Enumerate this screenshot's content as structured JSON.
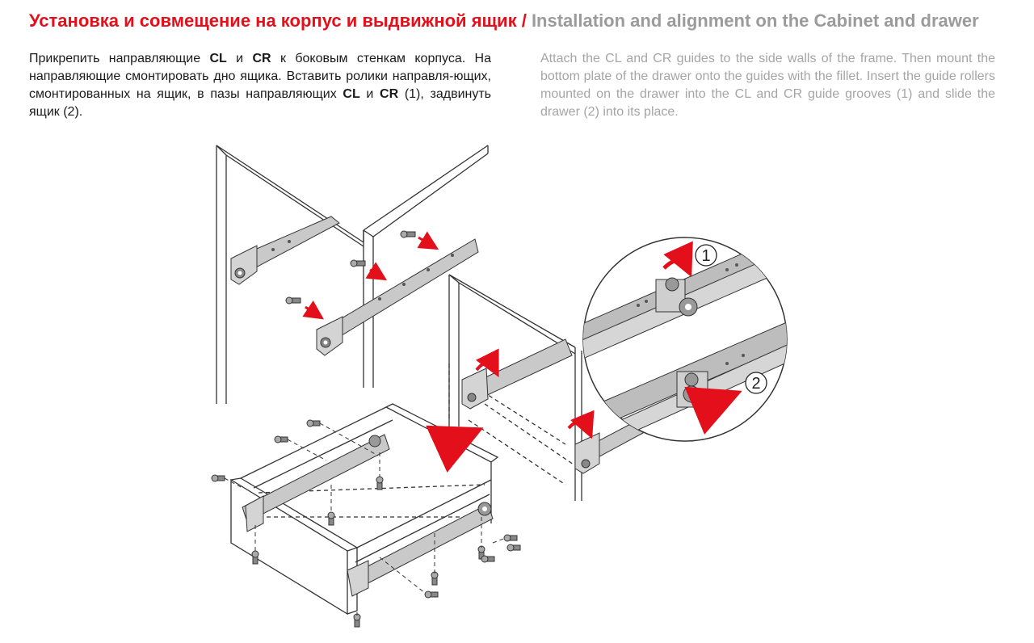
{
  "heading": {
    "ru": "Установка и совмещение на корпус и выдвижной ящик",
    "separator": " / ",
    "en": "Installation and alignment on the Cabinet and drawer"
  },
  "paragraph_ru": {
    "p1": "Прикрепить направляющие ",
    "cl1": "CL",
    "p2": " и ",
    "cr1": "CR",
    "p3": " к боковым стенкам корпуса. На направляющие смонтировать дно ящика. Вставить ролики направля-ющих, смонтированных на ящик, в пазы направляющих ",
    "cl2": "CL",
    "p4": " и ",
    "cr2": "CR",
    "p5": " (1), задвинуть ящик (2)."
  },
  "paragraph_en": "Attach the CL and CR guides to the side walls of the frame. Then mount the bottom plate of the drawer onto the guides with the fillet. Insert the guide rollers mounted on the drawer into the CL and CR guide grooves (1) and slide the drawer (2) into its place.",
  "callouts": {
    "step1": "1",
    "step2": "2"
  },
  "colors": {
    "accent_red": "#e3101b",
    "english_grey": "#9b9b9b",
    "line": "#333333",
    "metal": "#c9c9c9"
  }
}
